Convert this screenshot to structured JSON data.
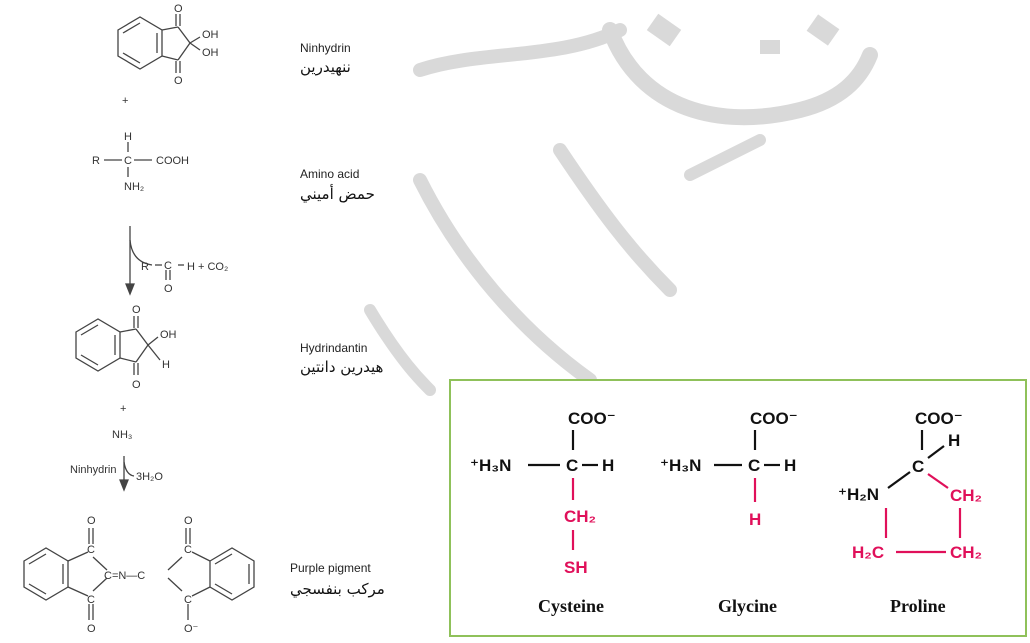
{
  "colors": {
    "panel_border": "#8fc15a",
    "side_chain": "#e0105a",
    "watermark": "#d9d9d9",
    "backbone": "#111111"
  },
  "reaction": {
    "ninhydrin": {
      "name_en": "Ninhydrin",
      "name_ar": "ننهيدرين",
      "oh": "OH",
      "o": "O"
    },
    "plus": "+",
    "amino_acid": {
      "name_en": "Amino acid",
      "name_ar": "حمض أميني",
      "h": "H",
      "r": "R",
      "cooh": "COOH",
      "nh2": "NH₂"
    },
    "step1": {
      "r": "R",
      "c": "C",
      "h_co2": "H + CO₂",
      "o": "O"
    },
    "hydrindantin": {
      "name_en": "Hydrindantin",
      "name_ar": "هيدرين دانتين",
      "oh": "OH",
      "h": "H",
      "o": "O"
    },
    "nh3": "NH₃",
    "step2": {
      "reagent": "Ninhydrin",
      "product": "3H₂O"
    },
    "purple": {
      "name_en": "Purple pigment",
      "name_ar": "مركب بنفسجي",
      "c": "C",
      "cn": "C=N—C",
      "o": "O",
      "om": "O⁻"
    }
  },
  "amino_acids": [
    {
      "name": "Cysteine",
      "coo": "COO⁻",
      "h3n": "⁺H₃N",
      "c": "C",
      "h": "H",
      "side1": "CH₂",
      "side2": "SH"
    },
    {
      "name": "Glycine",
      "coo": "COO⁻",
      "h3n": "⁺H₃N",
      "c": "C",
      "h": "H",
      "side1": "H"
    },
    {
      "name": "Proline",
      "coo": "COO⁻",
      "h2n": "⁺H₂N",
      "c": "C",
      "h": "H",
      "ch2_right": "CH₂",
      "h2c": "H₂C",
      "ch2_bottom": "CH₂"
    }
  ]
}
